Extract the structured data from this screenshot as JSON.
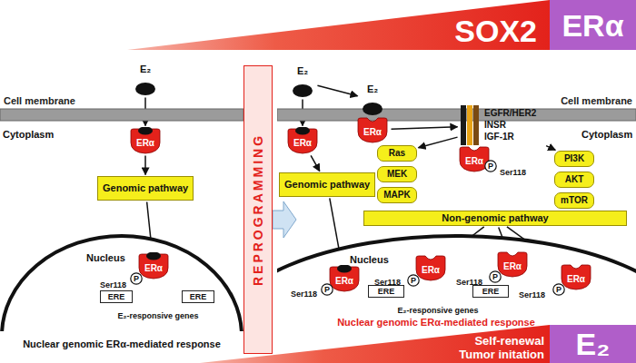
{
  "diagram": {
    "nodes": [
      {
        "text": [
          "SOX2"
        ]
      },
      {
        "text": [
          "ERα"
        ]
      },
      {
        "text": [
          "Cell membrane"
        ]
      },
      {
        "text": [
          "E₂"
        ]
      },
      {
        "text": [
          "ERα"
        ]
      },
      {
        "text": [
          "Genomic pathway"
        ]
      },
      {
        "text": [
          "Nucleus"
        ]
      },
      {
        "text": [
          "ERα"
        ],
        "in": 6
      },
      {
        "text": [
          "P"
        ],
        "in": 6
      },
      {
        "text": [
          "ERE"
        ],
        "in": 6
      },
      {
        "text": [
          "ERE"
        ],
        "in": 6
      },
      {
        "text": [
          "REPROGRAMMING"
        ]
      },
      {
        "text": [
          "Cell membrane"
        ]
      },
      {
        "text": [
          "E₂"
        ]
      },
      {
        "text": [
          "ERα"
        ]
      },
      {
        "text": [
          "E₂"
        ]
      },
      {
        "text": [
          "ERα"
        ]
      },
      {
        "text": [
          "EGFR/HER2",
          "INSR",
          "IGF-1R"
        ]
      },
      {
        "text": [
          "ERα"
        ]
      },
      {
        "text": [
          "P"
        ]
      },
      {
        "text": [
          "Ras"
        ]
      },
      {
        "text": [
          "MEK"
        ]
      },
      {
        "text": [
          "MAPK"
        ]
      },
      {
        "text": [
          "PI3K"
        ]
      },
      {
        "text": [
          "AKT"
        ]
      },
      {
        "text": [
          "mTOR"
        ]
      },
      {
        "text": [
          "Genomic pathway"
        ]
      },
      {
        "text": [
          "Non-genomic pathway"
        ]
      },
      {
        "text": [
          "Nucleus"
        ]
      },
      {
        "text": [
          "ERα"
        ],
        "in": 28
      },
      {
        "text": [
          "P"
        ],
        "in": 28
      },
      {
        "text": [
          "ERα"
        ],
        "in": 28
      },
      {
        "text": [
          "P"
        ],
        "in": 28
      },
      {
        "text": [
          "ERα"
        ],
        "in": 28
      },
      {
        "text": [
          "P"
        ],
        "in": 28
      },
      {
        "text": [
          "ERα"
        ],
        "in": 28
      },
      {
        "text": [
          "P"
        ],
        "in": 28
      },
      {
        "text": [
          "ERE"
        ],
        "in": 28
      },
      {
        "text": [
          "ERE"
        ],
        "in": 28
      },
      {
        "text": [
          "Self-renewal Tumor initation"
        ]
      },
      {
        "text": [
          "E₂"
        ]
      }
    ],
    "edges": [
      {
        "from": 3,
        "to": 4,
        "arrow": "to"
      },
      {
        "from": 4,
        "to": 5,
        "arrow": "to"
      },
      {
        "from": 5,
        "to": 7,
        "arrow": "to"
      },
      {
        "from": 9,
        "to": 10,
        "arrow": "none"
      },
      {
        "from": 13,
        "to": 14,
        "arrow": "to"
      },
      {
        "from": 13,
        "to": 15,
        "arrow": "to"
      },
      {
        "from": 14,
        "to": 26,
        "arrow": "to"
      },
      {
        "from": 26,
        "to": 29,
        "arrow": "to"
      },
      {
        "from": 16,
        "to": 17,
        "arrow": "to"
      },
      {
        "from": 17,
        "to": 20,
        "arrow": "to"
      },
      {
        "from": 17,
        "to": 23,
        "arrow": "to"
      },
      {
        "from": 27,
        "to": 31,
        "arrow": "to"
      },
      {
        "from": 27,
        "to": 33,
        "arrow": "to"
      },
      {
        "from": 27,
        "to": 35,
        "arrow": "to"
      },
      {
        "from": 37,
        "to": 38,
        "arrow": "none"
      }
    ],
    "labels": [
      "Cytoplasm",
      "Ser118",
      "E₂-responsive genes",
      "Nuclear genomic ERα-mediated response",
      "Cytoplasm",
      "Ser118",
      "Ser118",
      "Ser118",
      "Ser118",
      "Ser118",
      "E₂-responsive genes",
      "Nuclear genomic ERα-mediated response"
    ]
  }
}
